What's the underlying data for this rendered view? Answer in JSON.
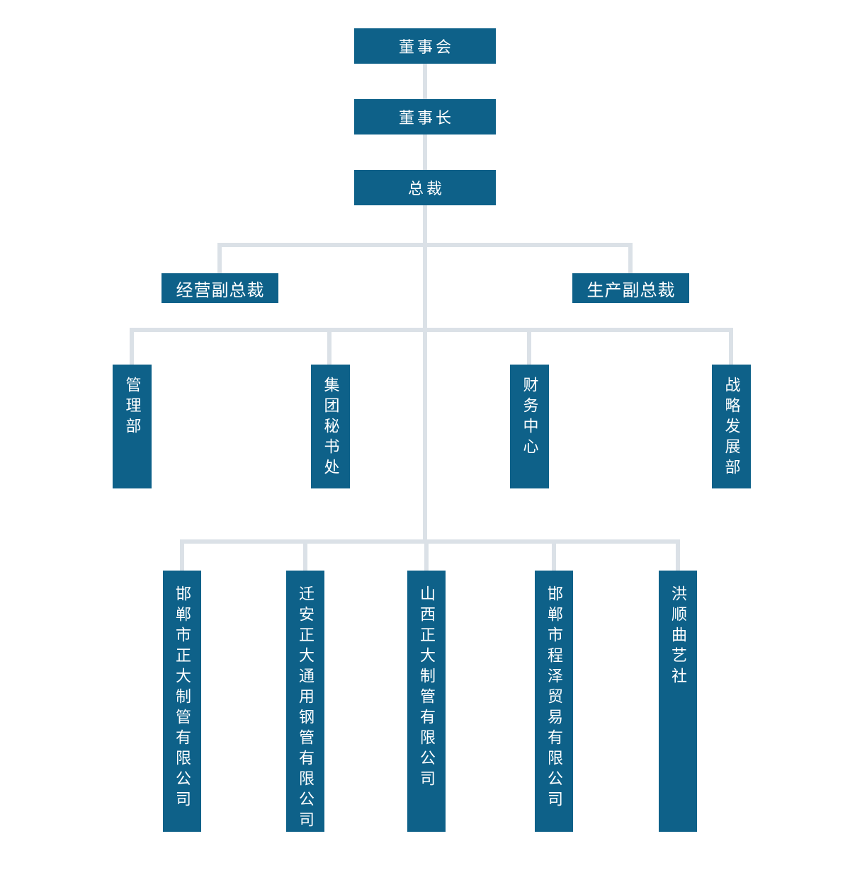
{
  "colors": {
    "node_fill": "#0e6189",
    "node_text": "#ffffff",
    "connector": "#dbe1e7",
    "background": "#ffffff"
  },
  "org_chart": {
    "chain": [
      {
        "label": "董事会"
      },
      {
        "label": "董事长"
      },
      {
        "label": "总裁"
      }
    ],
    "vice_presidents": [
      {
        "label": "经营副总裁"
      },
      {
        "label": "生产副总裁"
      }
    ],
    "departments": [
      {
        "label": "管理部"
      },
      {
        "label": "集团秘书处"
      },
      {
        "label": "财务中心"
      },
      {
        "label": "战略发展部"
      }
    ],
    "subsidiaries": [
      {
        "label": "邯郸市正大制管有限公司"
      },
      {
        "label": "迁安正大通用钢管有限公司"
      },
      {
        "label": "山西正大制管有限公司"
      },
      {
        "label": "邯郸市程泽贸易有限公司"
      },
      {
        "label": "洪顺曲艺社"
      }
    ]
  }
}
